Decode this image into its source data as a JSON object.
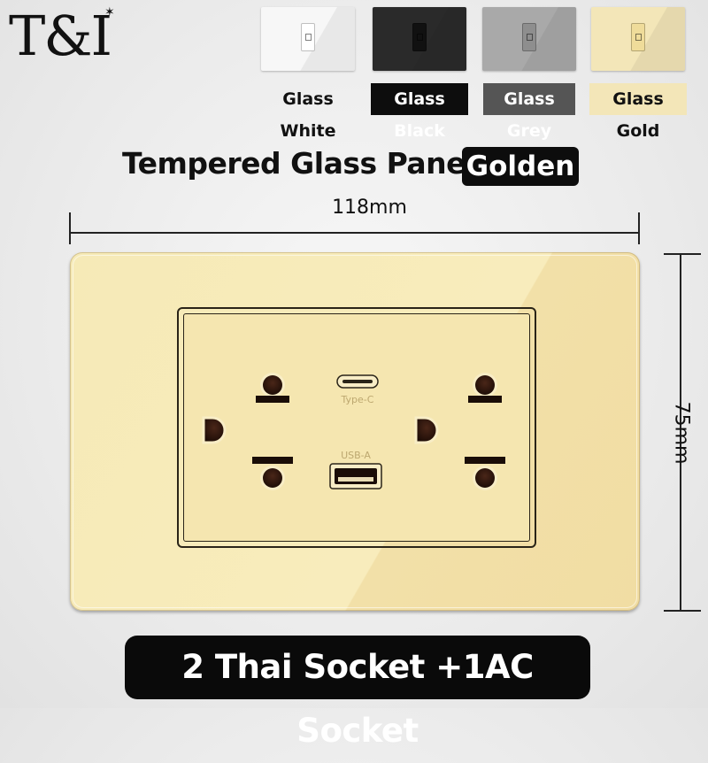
{
  "brand": {
    "logo_text": "T&I"
  },
  "swatches": [
    {
      "label": "Glass White",
      "color": "#f7f7f7",
      "switch_color": "#ffffff",
      "label_bg": "transparent",
      "label_fg": "#111111"
    },
    {
      "label": "Glass Black",
      "color": "#2a2a2a",
      "switch_color": "#111111",
      "label_bg": "#0d0d0d",
      "label_fg": "#ffffff"
    },
    {
      "label": "Glass Grey",
      "color": "#a9a9a9",
      "switch_color": "#8e8e8e",
      "label_bg": "#555555",
      "label_fg": "#ffffff"
    },
    {
      "label": "Glass Gold",
      "color": "#f3e6b8",
      "switch_color": "#efdc9a",
      "label_bg": "#f3e6b8",
      "label_fg": "#111111"
    }
  ],
  "heading": {
    "title": "Tempered Glass Panel",
    "badge": "Golden"
  },
  "dimensions": {
    "width": "118mm",
    "height": "75mm"
  },
  "ports": {
    "type_c": "Type-C",
    "usb_a": "USB-A"
  },
  "banner": {
    "text": "2 Thai Socket +1AC Socket"
  },
  "colors": {
    "panel_gold": "#f6eab7",
    "outline": "#2a2418",
    "socket_hole": "#2b140c"
  }
}
